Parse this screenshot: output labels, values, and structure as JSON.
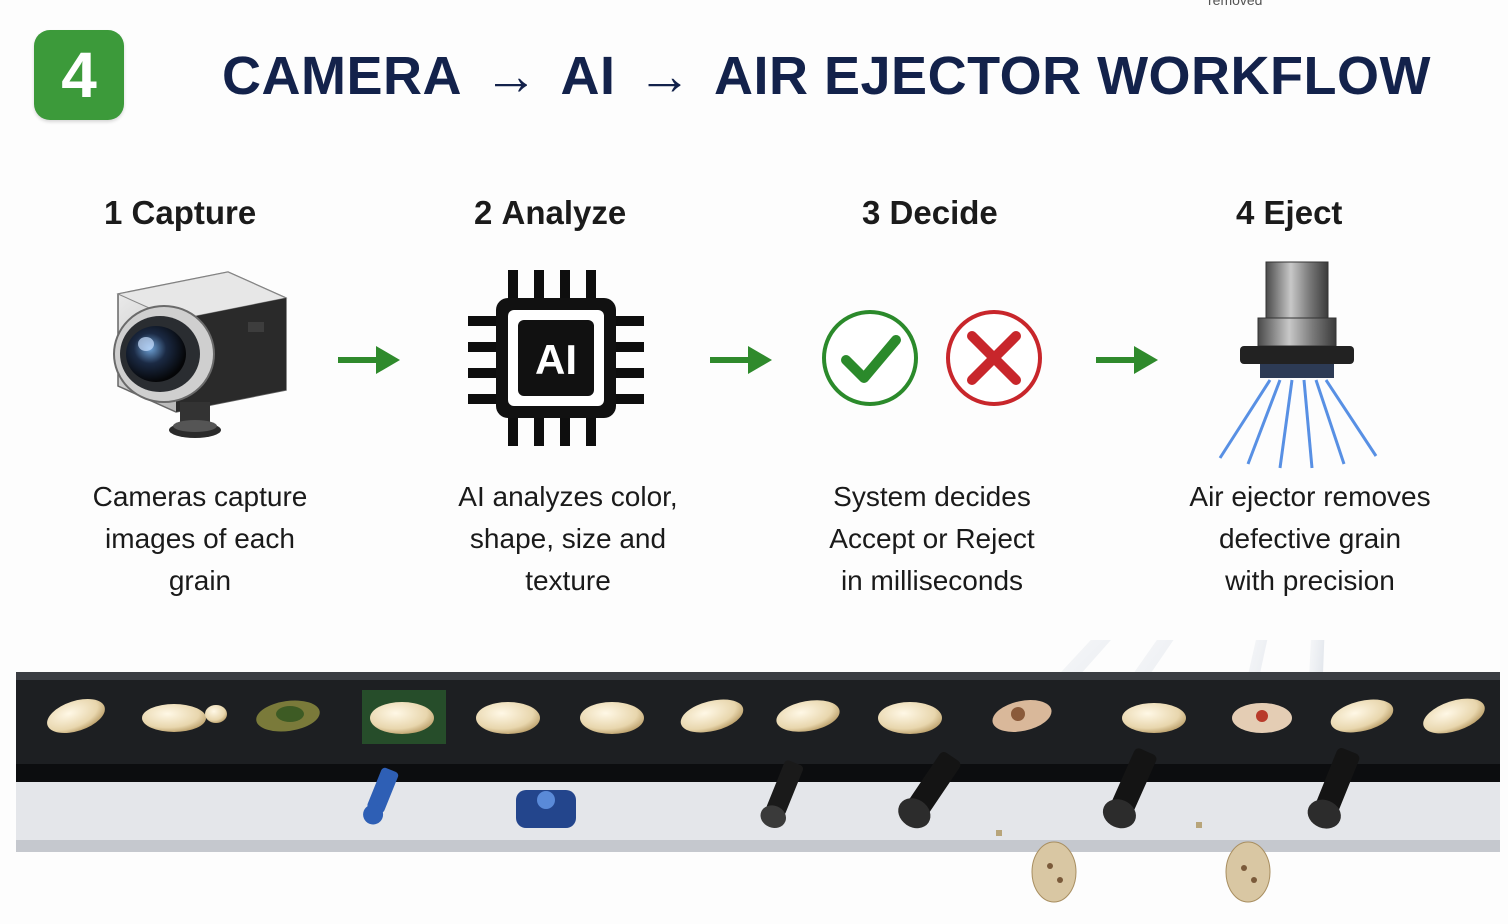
{
  "header": {
    "top_cut_text": "removed",
    "step_number": "4",
    "title_part1": "CAMERA",
    "title_part2": "AI",
    "title_part3": "AIR EJECTOR WORKFLOW",
    "arrow_glyph": "→"
  },
  "steps": [
    {
      "num": "1",
      "label": "Capture",
      "icon": "camera-icon",
      "desc_lines": [
        "Cameras capture",
        "images of each",
        "grain"
      ]
    },
    {
      "num": "2",
      "label": "Analyze",
      "icon": "ai-chip-icon",
      "chip_text": "AI",
      "desc_lines": [
        "AI analyzes color,",
        "shape, size and",
        "texture"
      ]
    },
    {
      "num": "3",
      "label": "Decide",
      "icon": "accept-reject-icon",
      "desc_lines": [
        "System decides",
        "Accept or Reject",
        "in milliseconds"
      ]
    },
    {
      "num": "4",
      "label": "Eject",
      "icon": "air-nozzle-icon",
      "desc_lines": [
        "Air ejector removes",
        "defective grain",
        "with precision"
      ]
    }
  ],
  "colors": {
    "badge": "#3c9a3a",
    "title": "#13224b",
    "arrow": "#2f8a2c",
    "accept": "#2b8a2b",
    "reject": "#c8262b",
    "air_jet": "#3c7de0",
    "belt": "#1d1f22"
  }
}
